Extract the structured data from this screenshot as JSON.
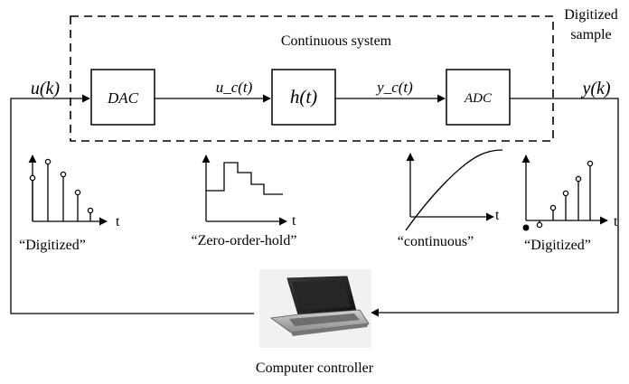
{
  "system": {
    "title": "Continuous system",
    "note_line1": "Digitized",
    "note_line2": "sample"
  },
  "blocks": {
    "dac": "DAC",
    "plant": "h(t)",
    "adc": "ADC"
  },
  "signals": {
    "input": "u(k)",
    "dac_out": "u_c(t)",
    "plant_out": "y_c(t)",
    "output": "y(k)"
  },
  "plots": [
    {
      "caption": "“Digitized”",
      "axis_label": "t"
    },
    {
      "caption": "“Zero-order-hold”",
      "axis_label": "t"
    },
    {
      "caption": "“continuous”",
      "axis_label": "t"
    },
    {
      "caption": "“Digitized”",
      "axis_label": "t"
    }
  ],
  "controller": {
    "label": "Computer controller",
    "image": "laptop-photo"
  }
}
